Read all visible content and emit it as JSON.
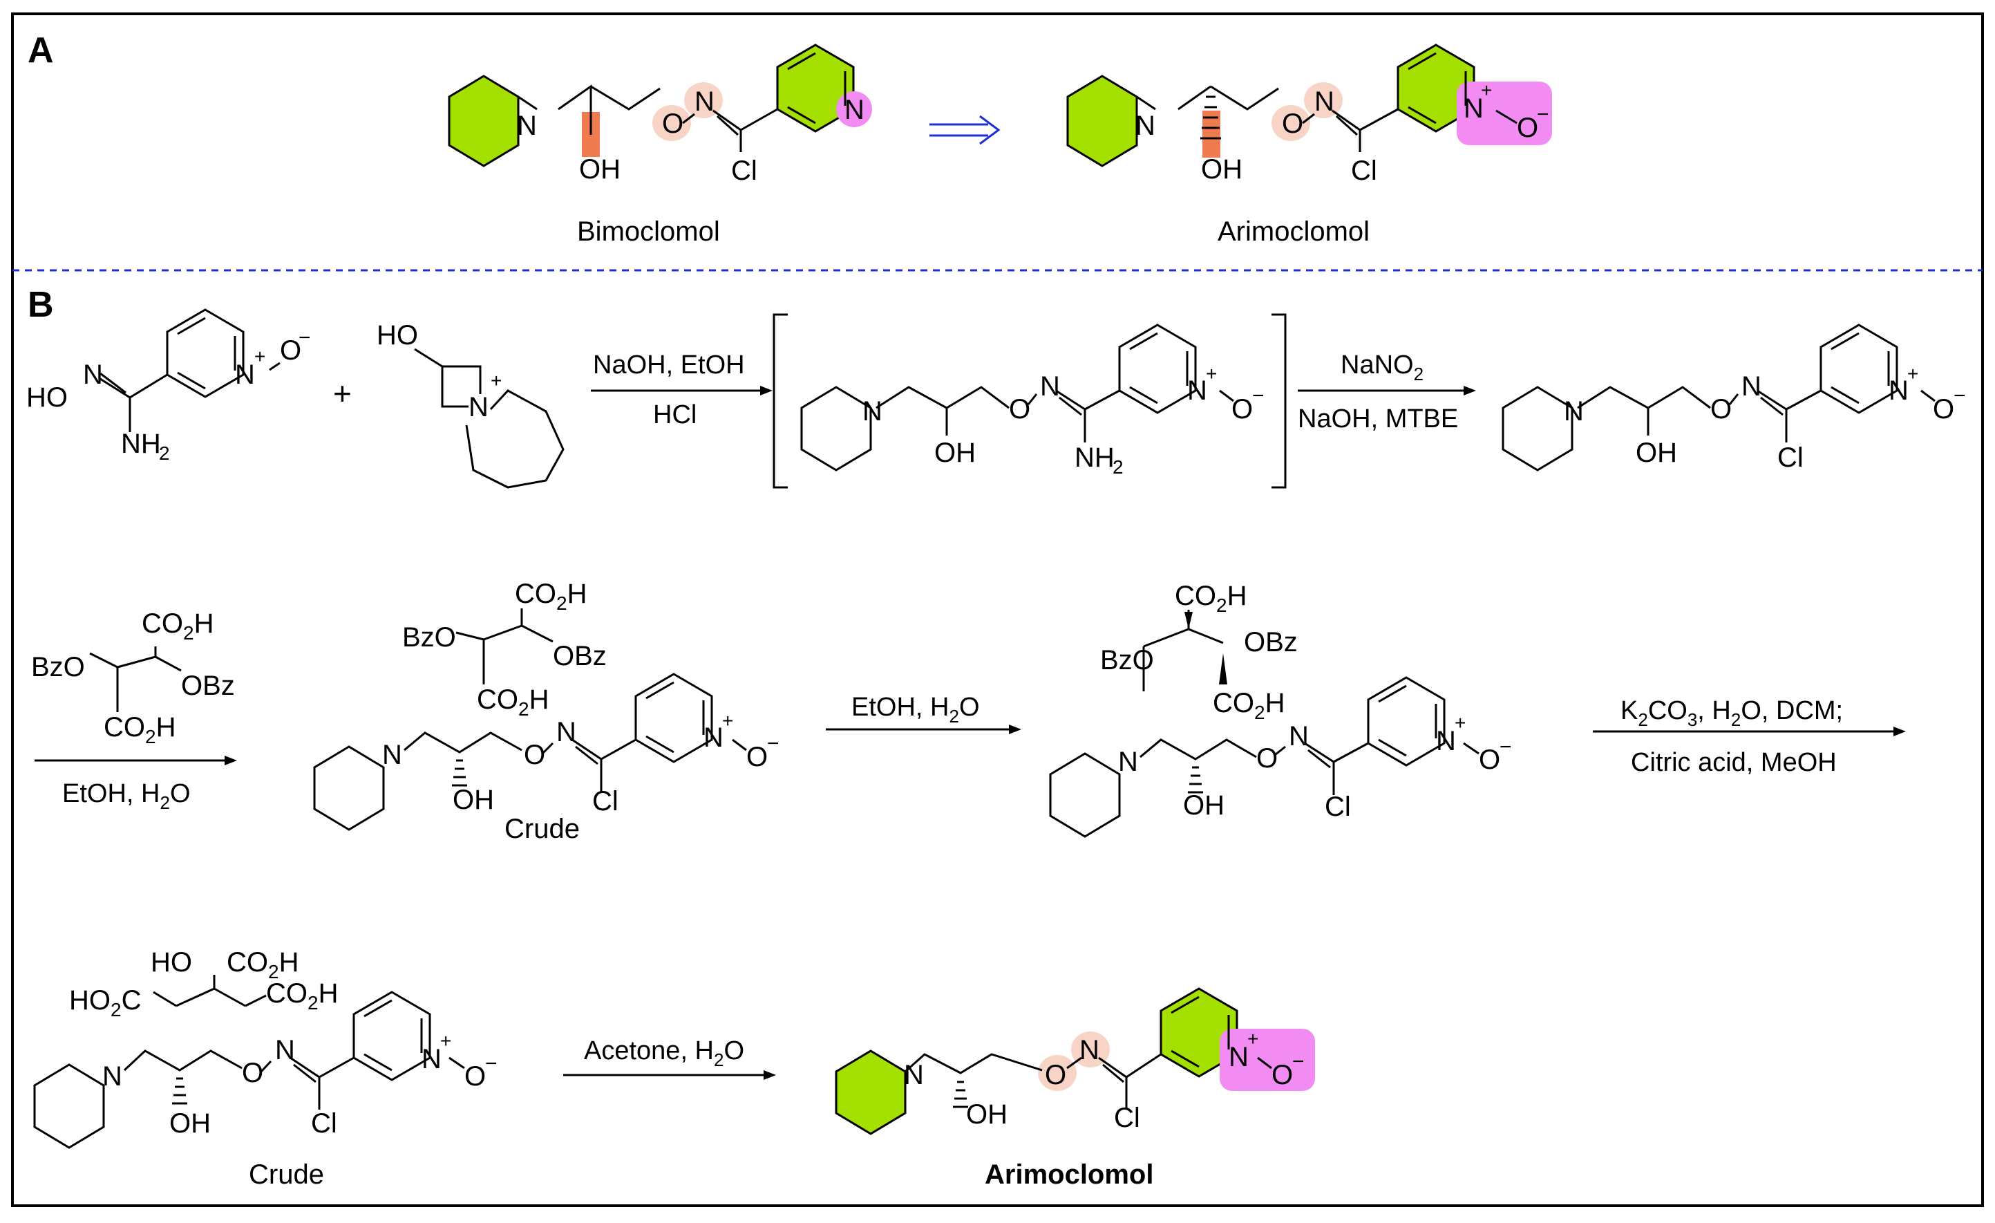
{
  "panels": {
    "a_label": "A",
    "b_label": "B"
  },
  "compounds": {
    "bimoclomol_name": "Bimoclomol",
    "arimoclomol_name_a": "Arimoclomol",
    "arimoclomol_final_name": "Arimoclomol",
    "crude_1": "Crude",
    "crude_2": "Crude"
  },
  "atoms": {
    "N": "N",
    "O": "O",
    "OH": "OH",
    "Cl": "Cl",
    "HO": "HO",
    "plus": "+",
    "minus": "−",
    "NH2_main": "NH",
    "NH2_sub": "2",
    "CO2H_a": "CO",
    "CO2H_b": "2",
    "CO2H_c": "H",
    "BzO": "BzO",
    "OBz": "OBz",
    "HO2C_a": "HO",
    "HO2C_b": "2",
    "HO2C_c": "C",
    "O_minus": "O"
  },
  "reagents": {
    "step1_top": "NaOH, EtOH",
    "step1_bottom": "HCl",
    "step2_top_main": "NaNO",
    "step2_top_sub": "2",
    "step2_bottom": "NaOH, MTBE",
    "step3_bottom_main": "EtOH, H",
    "step3_bottom_sub": "2",
    "step3_bottom_tail": "O",
    "step4_top_main": "EtOH, H",
    "step4_top_sub": "2",
    "step4_top_tail": "O",
    "step5_top_a": "K",
    "step5_top_a_sub": "2",
    "step5_top_b": "CO",
    "step5_top_b_sub": "3",
    "step5_top_c": ", H",
    "step5_top_c_sub": "2",
    "step5_top_d": "O, DCM;",
    "step5_bottom": "Citric acid, MeOH",
    "step6_top_main": "Acetone, H",
    "step6_top_sub": "2",
    "step6_top_tail": "O"
  },
  "colors": {
    "piperidine_fill": "#a3e000",
    "pyridine_fill": "#a3e000",
    "oxime_highlight": "#f8d4c6",
    "oh_highlight": "#f07b50",
    "n_oxide_highlight": "#f28cf2",
    "divider": "#1f2fd6",
    "big_arrow": "#1f2fd6"
  },
  "icons": {
    "reaction_arrow": "right-arrow-icon",
    "retrosynthesis_arrow": "double-right-arrow-icon",
    "plus_sign": "plus-icon"
  }
}
